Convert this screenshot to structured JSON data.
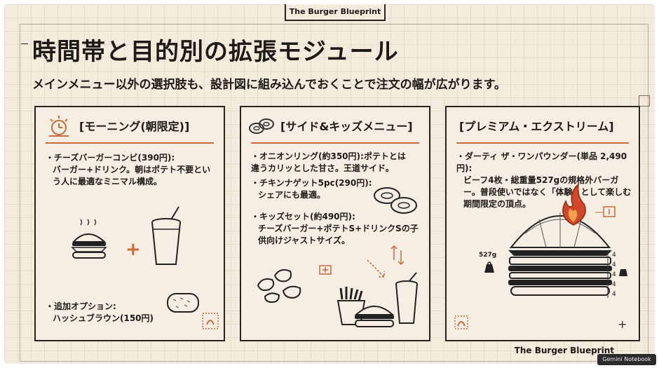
{
  "header": {
    "tab_title": "The Burger Blueprint",
    "title": "時間帯と目的別の拡張モジュール",
    "subtitle": "メインメニュー以外の選択肢も、設計図に組み込んでおくことで注文の幅が広がります。"
  },
  "panels": [
    {
      "title": "[モーニング(朝限定)]",
      "items": [
        {
          "name": "・チーズバーガーコンビ(390円):",
          "desc": "バーガー+ドリンク。朝はポテト不要という人に最適なミニマル構成。"
        },
        {
          "name": "・追加オプション:",
          "desc": "ハッシュブラウン(150円)"
        }
      ]
    },
    {
      "title": "[サイド&キッズメニュー]",
      "items": [
        {
          "name": "・オニオンリング(約350円):ポテトとは違うカリッとした甘さ。王道サイド。",
          "desc": ""
        },
        {
          "name": "・チキンナゲット5pc(290円):",
          "desc": "シェアにも最適。"
        },
        {
          "name": "・キッズセット(約490円):",
          "desc": "チーズバーガー+ポテトS+ドリンクSの子供向けジャストサイズ。"
        }
      ]
    },
    {
      "title": "[プレミアム・エクストリーム]",
      "items": [
        {
          "name": "・ダーティ ザ・ワンパウンダー(単品 2,490円):",
          "desc": "ビーフ4枚・総重量527gの規格外バーガー。普段使いではなく「体験」として楽しむ期間限定の頂点。"
        }
      ],
      "annotations": {
        "weight": "527g",
        "layer_marks": [
          "4",
          "4",
          "4",
          "4",
          "4"
        ]
      }
    }
  ],
  "footer": {
    "brand": "The Burger Blueprint",
    "watermark": "Gemini Notebook"
  },
  "colors": {
    "accent": "#c86a3a",
    "ink": "#1e1a17",
    "paper": "#f4ebdd",
    "fire": "#d0472a"
  },
  "icons": [
    "alarm-clock-icon",
    "onion-rings-icon",
    "burger-icon",
    "drink-cup-icon",
    "hashbrown-icon",
    "nuggets-icon",
    "fries-icon",
    "flame-icon",
    "weight-icon",
    "stamp-icon"
  ]
}
